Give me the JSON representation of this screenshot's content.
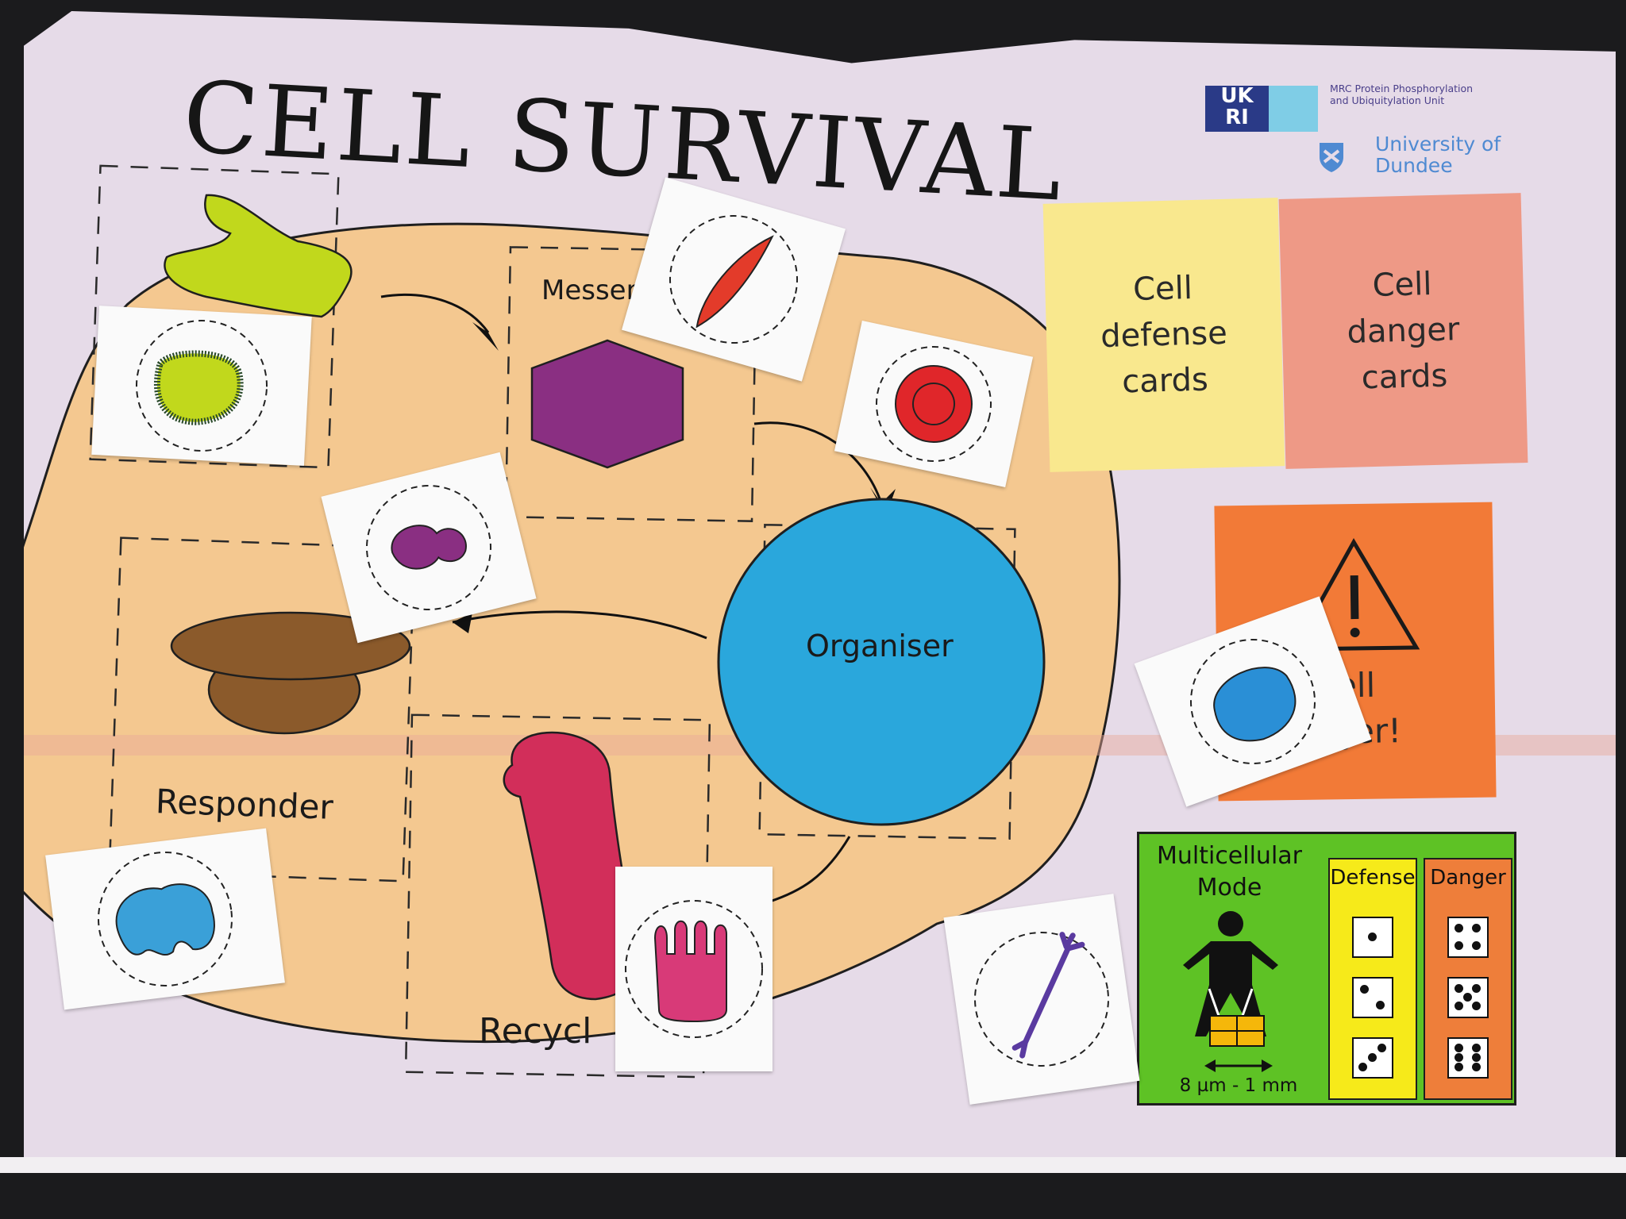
{
  "title": "CELL SURVIVAL",
  "logos": {
    "ukri": "UK\nRI",
    "mrc": "MRC Protein Phosphorylation and Ubiquitylation Unit",
    "university": "University of Dundee"
  },
  "zones": {
    "messenger": "Messen",
    "organiser": "Organiser",
    "responder": "Responder",
    "recycler": "Recycl"
  },
  "stacks": {
    "defense": "Cell\ndefense\ncards",
    "danger": "Cell\ndanger\ncards",
    "alert": "ell\nnger!"
  },
  "multicellular": {
    "mode": "Multicellular\nMode",
    "scale": "8 µm - 1 mm",
    "defense_label": "Defense",
    "danger_label": "Danger",
    "defense_dice": [
      1,
      2,
      3
    ],
    "danger_dice": [
      4,
      5,
      6
    ]
  },
  "colors": {
    "board": "#e6dbe8",
    "cell": "#f4c890",
    "organiser": "#2aa7dc",
    "messenger": "#8a2f82",
    "responder": "#8b5a2b",
    "recycler": "#d22e5a",
    "sensor": "#c1d81c"
  }
}
